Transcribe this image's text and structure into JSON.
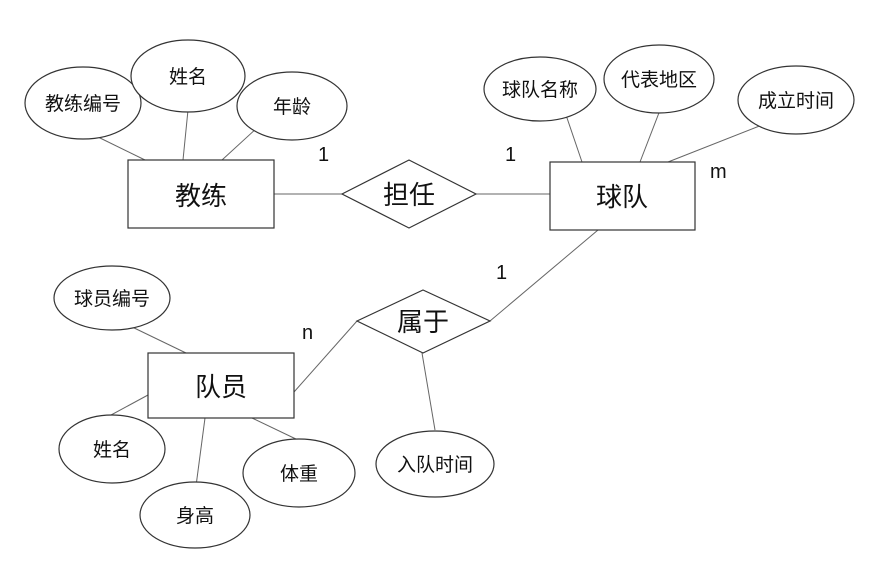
{
  "entities": {
    "coach": "教练",
    "team": "球队",
    "player": "队员"
  },
  "relationships": {
    "serves": "担任",
    "belongs": "属于"
  },
  "attributes": {
    "coach_id": "教练编号",
    "coach_name": "姓名",
    "coach_age": "年龄",
    "team_name": "球队名称",
    "team_region": "代表地区",
    "team_founded": "成立时间",
    "player_id": "球员编号",
    "player_name": "姓名",
    "player_height": "身高",
    "player_weight": "体重",
    "join_time": "入队时间"
  },
  "cardinalities": {
    "coach_serves": "1",
    "serves_team": "1",
    "team_m": "m",
    "team_belongs": "1",
    "player_belongs": "n"
  }
}
